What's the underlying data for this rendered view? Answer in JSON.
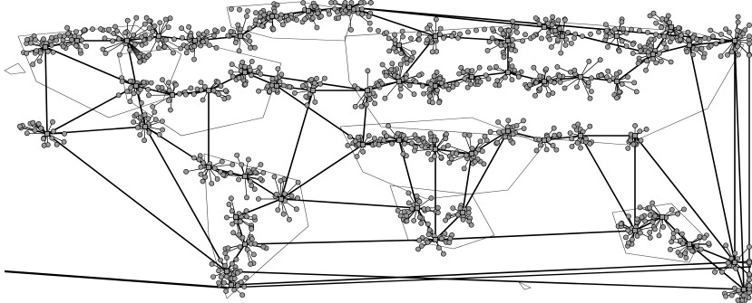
{
  "diagram": {
    "kind": "network graph overlaid on map-like outlines",
    "colors": {
      "background": "#ffffff",
      "edge": "#000000",
      "node_fill": "#9a9a9a",
      "node_stroke": "#000000",
      "outline": "#000000"
    },
    "node_style": "grey filled circles with black outline",
    "edge_style": "thin black straight lines; thicker long links between hub regions",
    "visible_text": "none"
  }
}
